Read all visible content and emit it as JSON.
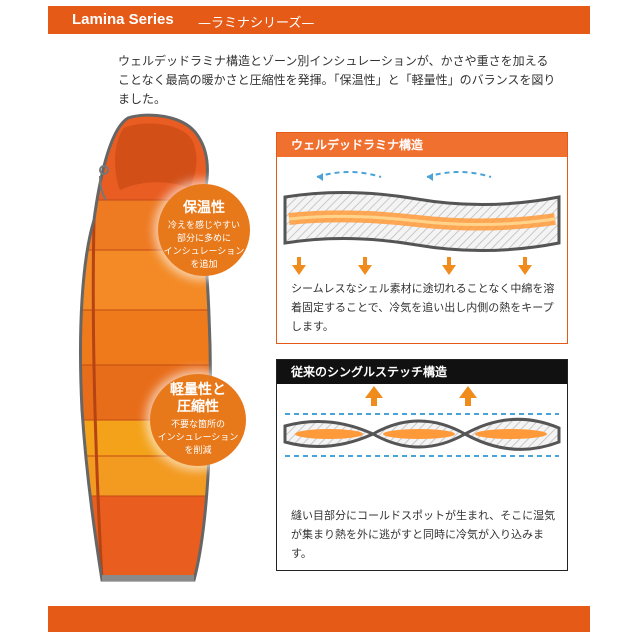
{
  "header": {
    "series_title": "Lamina Series",
    "series_subtitle": "—ラミナシリーズ—"
  },
  "intro": {
    "text": "ウェルデッドラミナ構造とゾーン別インシュレーションが、かさや重さを加えることなく最高の暖かさと圧縮性を発揮。「保温性」と「軽量性」のバランスを図りました。"
  },
  "bubbles": [
    {
      "title": "保温性",
      "desc_lines": [
        "冷えを感じやすい",
        "部分に多めに",
        "インシュレーション",
        "を追加"
      ]
    },
    {
      "title_lines": [
        "軽量性と",
        "圧縮性"
      ],
      "desc_lines": [
        "不要な箇所の",
        "インシュレーション",
        "を削減"
      ]
    }
  ],
  "panels": [
    {
      "title": "ウェルデッドラミナ構造",
      "text": "シームレスなシェル素材に途切れることなく中綿を溶着固定することで、冷気を追い出し内側の熱をキープします。"
    },
    {
      "title": "従来のシングルステッチ構造",
      "text": "縫い目部分にコールドスポットが生まれ、そこに湿気が集まり熱を外に逃がすと同時に冷気が入り込みます。"
    }
  ],
  "colors": {
    "brand_orange": "#e55a16",
    "bubble_orange": "#e8791b",
    "dark": "#111111"
  }
}
